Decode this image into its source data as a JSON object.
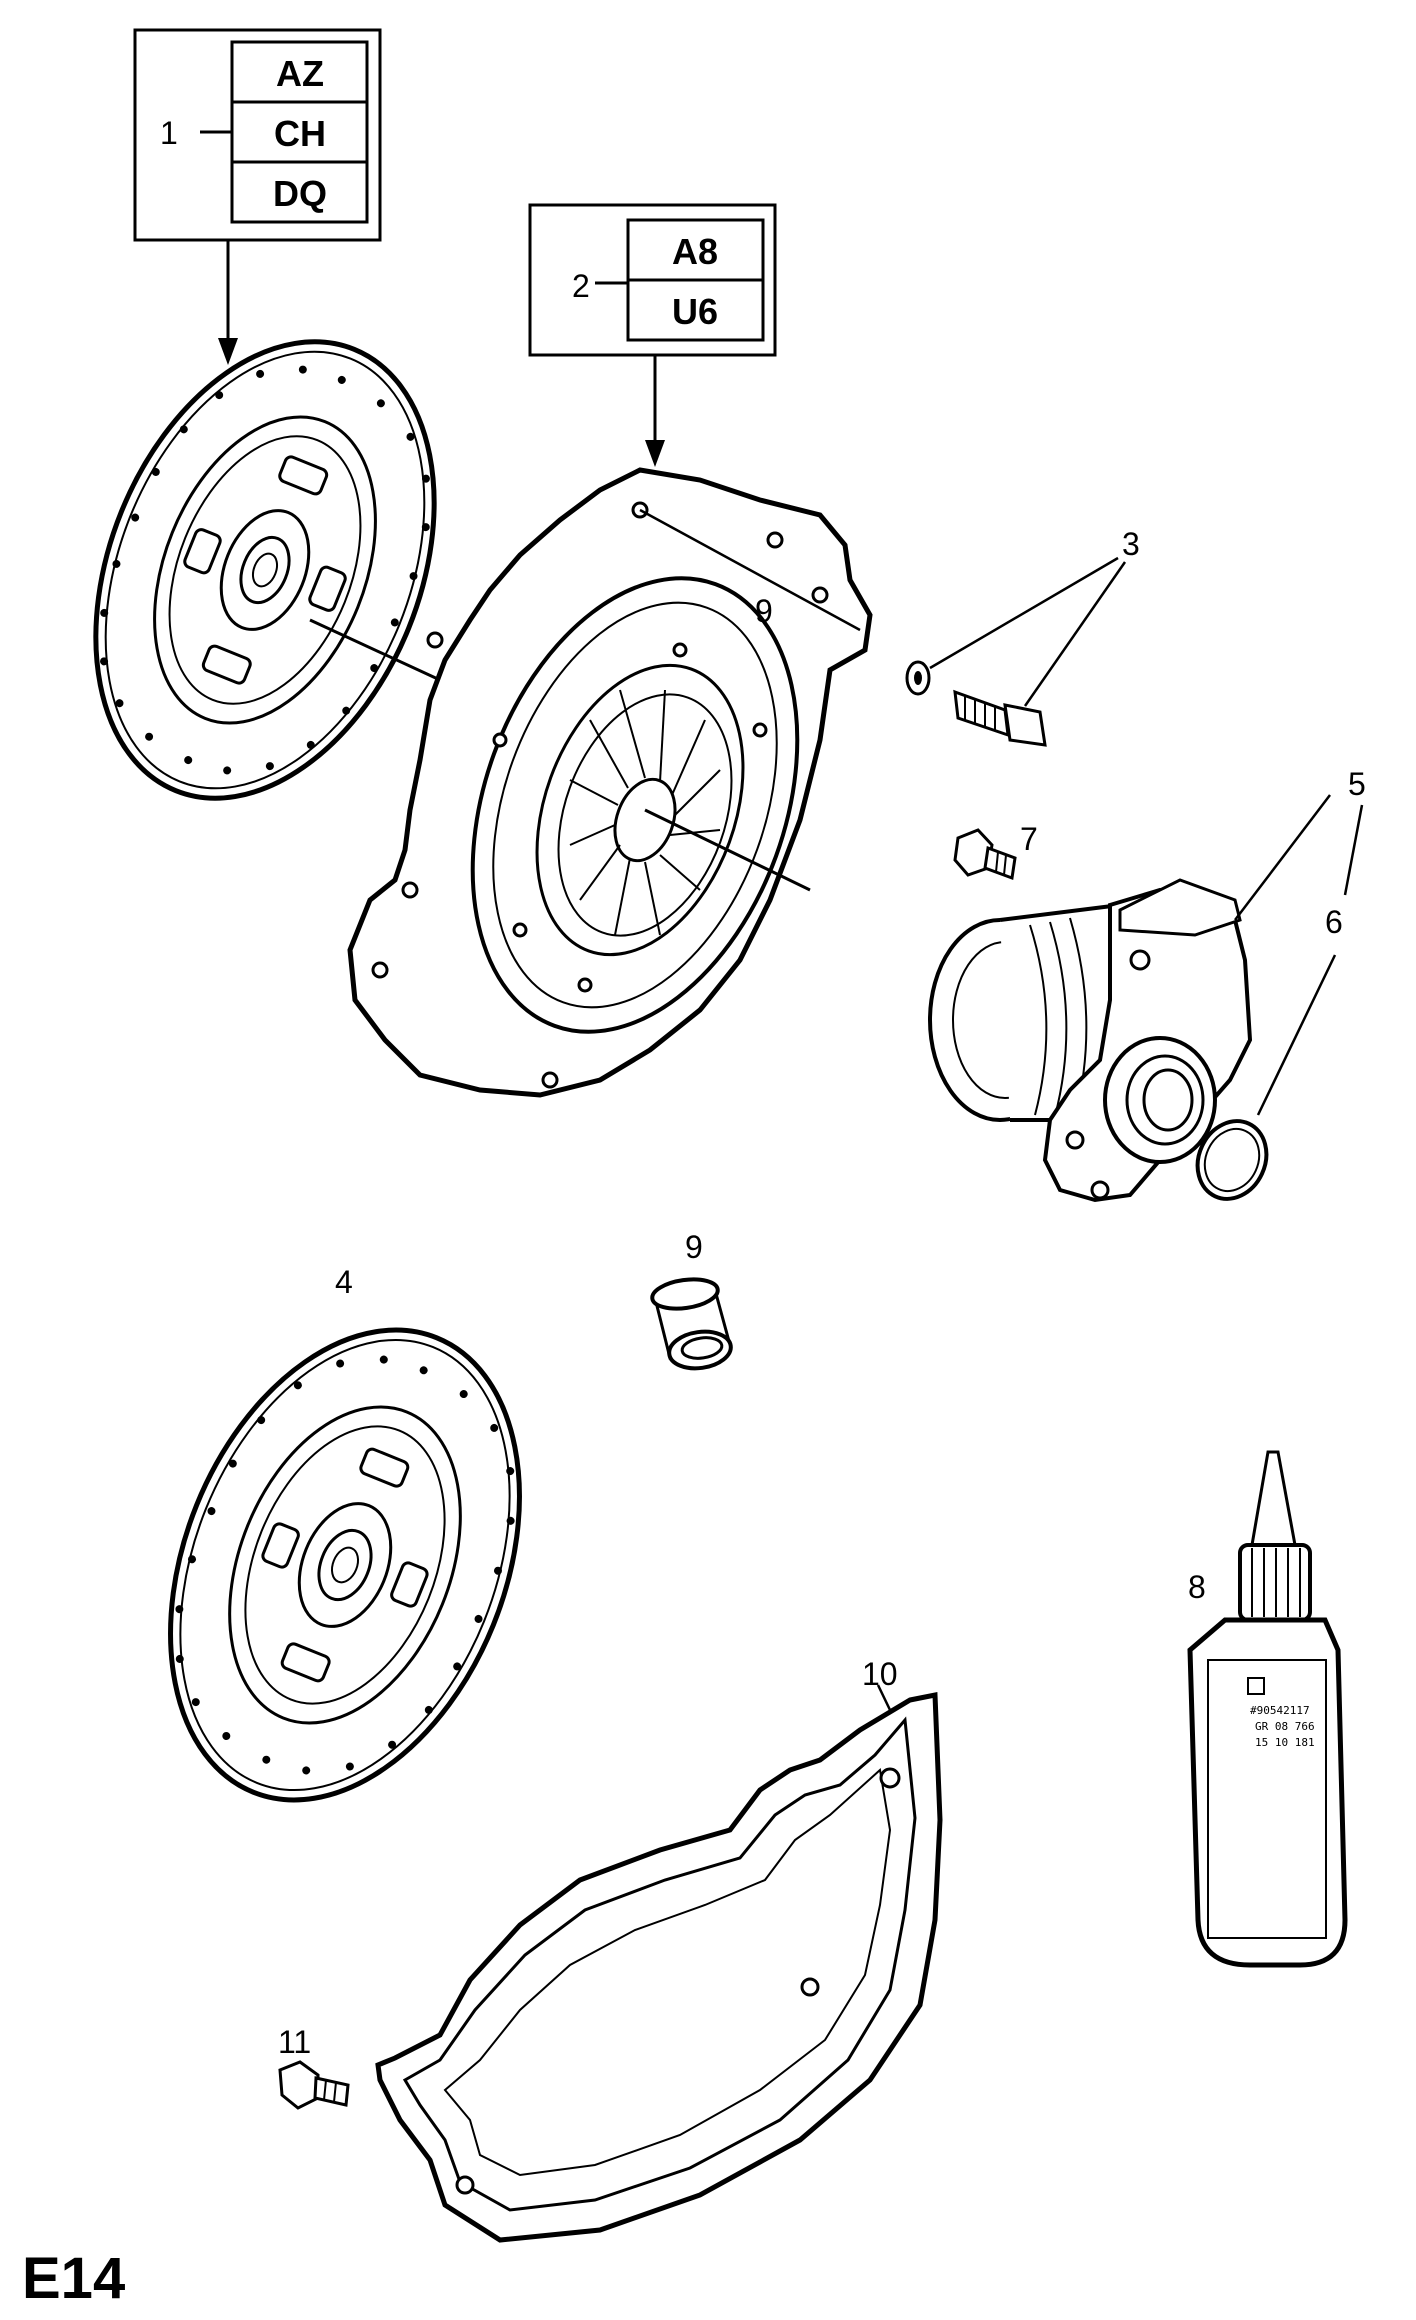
{
  "sheet_id": "E14",
  "codebox1": {
    "item": "1",
    "codes": [
      "AZ",
      "CH",
      "DQ"
    ]
  },
  "codebox2": {
    "item": "2",
    "codes": [
      "A8",
      "U6"
    ]
  },
  "callouts": {
    "c3": "3",
    "c4": "4",
    "c5": "5",
    "c6": "6",
    "c7": "7",
    "c8": "8",
    "c9a": "9",
    "c9b": "9",
    "c10": "10",
    "c11": "11"
  },
  "bottle_label": {
    "line1": "#90542117",
    "line2": "GR 08 766",
    "line3": "15 10 181"
  },
  "line_color": "#000000",
  "background": "#ffffff"
}
